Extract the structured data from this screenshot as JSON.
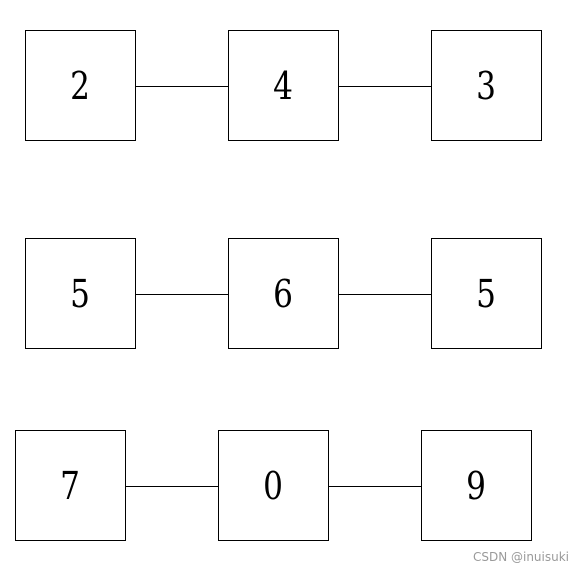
{
  "rows": [
    {
      "nodes": [
        "2",
        "4",
        "3"
      ]
    },
    {
      "nodes": [
        "5",
        "6",
        "5"
      ]
    },
    {
      "nodes": [
        "7",
        "0",
        "9"
      ]
    }
  ],
  "watermark": "CSDN @inuisuki",
  "colors": {
    "stroke": "#000000",
    "background": "#ffffff",
    "watermark": "#9a9a9a"
  }
}
